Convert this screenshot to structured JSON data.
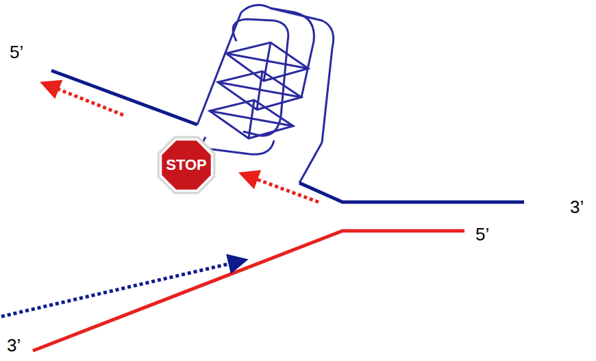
{
  "diagram": {
    "nodes": [
      {
        "text": [
          "STOP"
        ]
      }
    ],
    "labels": [
      "5’",
      "3’",
      "5’",
      "3’"
    ]
  }
}
